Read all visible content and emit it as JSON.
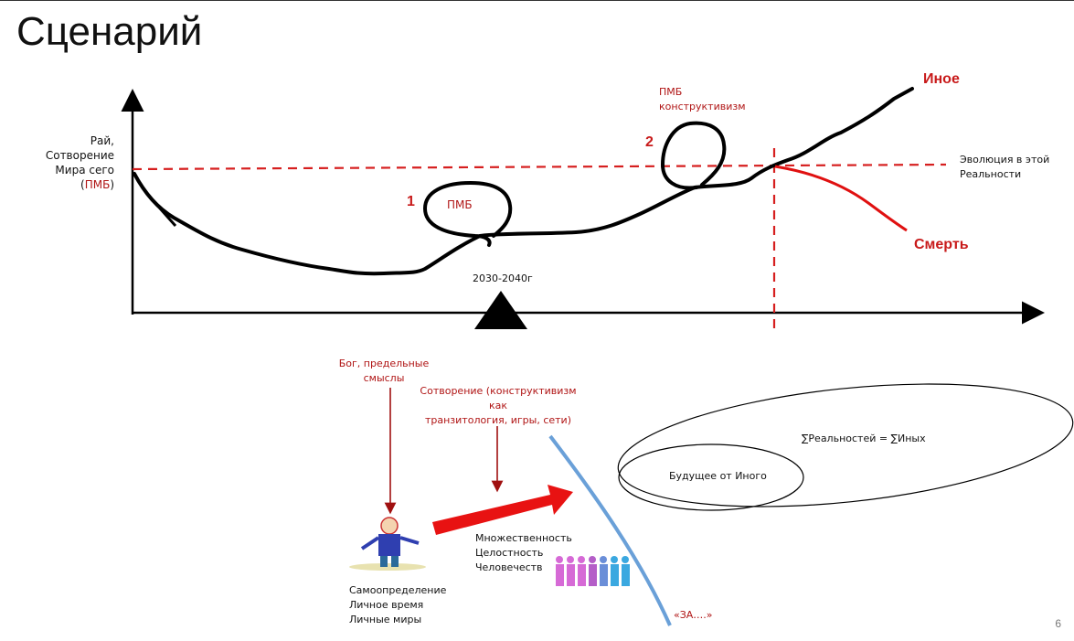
{
  "title": "Сценарий",
  "page_number": "6",
  "y_axis": {
    "line1": "Рай,",
    "line2": "Сотворение",
    "line3": "Мира сего",
    "line4_pmb": "ПМБ"
  },
  "markers": {
    "one": "1",
    "two": "2",
    "pmb_loop1": "ПМБ",
    "pmb_loop2_line1": "ПМБ",
    "pmb_loop2_line2": "конструктивизм"
  },
  "date_label": "2030-2040г",
  "evolution_label_line1": "Эволюция в этой",
  "evolution_label_line2": "Реальности",
  "inoe": "Иное",
  "smert": "Смерть",
  "bottom": {
    "god_line1": "Бог, предельные",
    "god_line2": "смыслы",
    "creation_line1": "Сотворение (конструктивизм как",
    "creation_line2": "транзитология, игры, сети)",
    "self_line1": "Самоопределение",
    "self_line2": "Личное время",
    "self_line3": "Личные миры",
    "mult_line1": "Множественность",
    "mult_line2": "Целостность",
    "mult_line3": "Человечеств",
    "za": "«ЗА….»",
    "sum_realities": "∑Реальностей = ∑Иных",
    "future": "Будущее от Иного"
  },
  "colors": {
    "curve": "#000000",
    "dashed": "#d61f1f",
    "death_curve": "#e01010",
    "arrow": "#e81212",
    "dark_red_text": "#b01515",
    "blue_arc": "#6aa0d8"
  }
}
